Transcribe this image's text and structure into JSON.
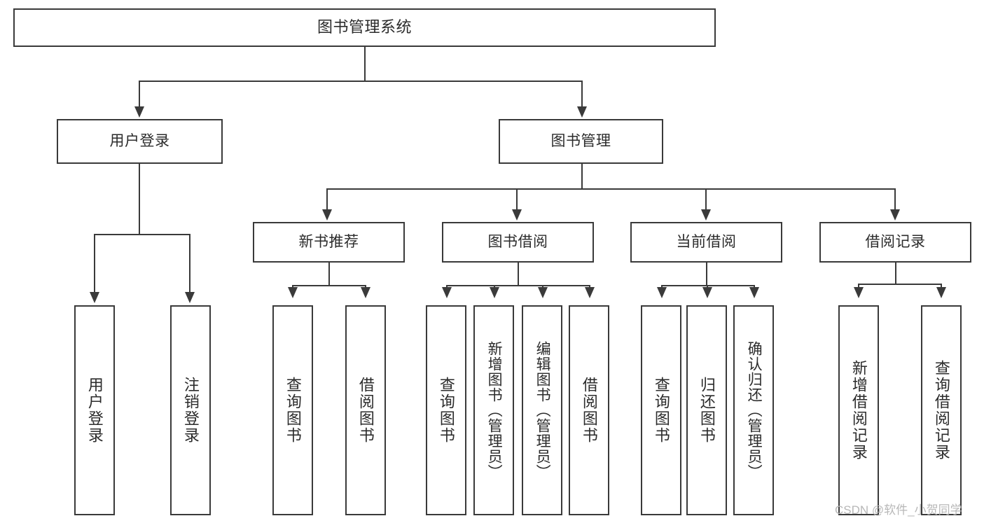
{
  "diagram": {
    "title": "图书管理系统",
    "type": "tree",
    "root": {
      "label": "图书管理系统"
    },
    "tier2": [
      {
        "label": "用户登录"
      },
      {
        "label": "图书管理"
      }
    ],
    "tier3": [
      {
        "label": "新书推荐"
      },
      {
        "label": "图书借阅"
      },
      {
        "label": "当前借阅"
      },
      {
        "label": "借阅记录"
      }
    ],
    "leaves": {
      "user_login": [
        {
          "label": "用户登录"
        },
        {
          "label": "注销登录"
        }
      ],
      "new_book_recommend": [
        {
          "label": "查询图书"
        },
        {
          "label": "借阅图书"
        }
      ],
      "book_borrow": [
        {
          "label": "查询图书"
        },
        {
          "label": "新增图书（管理员）"
        },
        {
          "label": "编辑图书（管理员）"
        },
        {
          "label": "借阅图书"
        }
      ],
      "current_borrow": [
        {
          "label": "查询图书"
        },
        {
          "label": "归还图书"
        },
        {
          "label": "确认归还（管理员）"
        }
      ],
      "borrow_record": [
        {
          "label": "新增借阅记录"
        },
        {
          "label": "查询借阅记录"
        }
      ]
    }
  },
  "watermark": {
    "text": "CSDN @软件_小贺同学"
  },
  "colors": {
    "stroke": "#3a3a3a",
    "text": "#2b2b2b",
    "background": "#ffffff",
    "watermark": "#b8b8b8"
  }
}
